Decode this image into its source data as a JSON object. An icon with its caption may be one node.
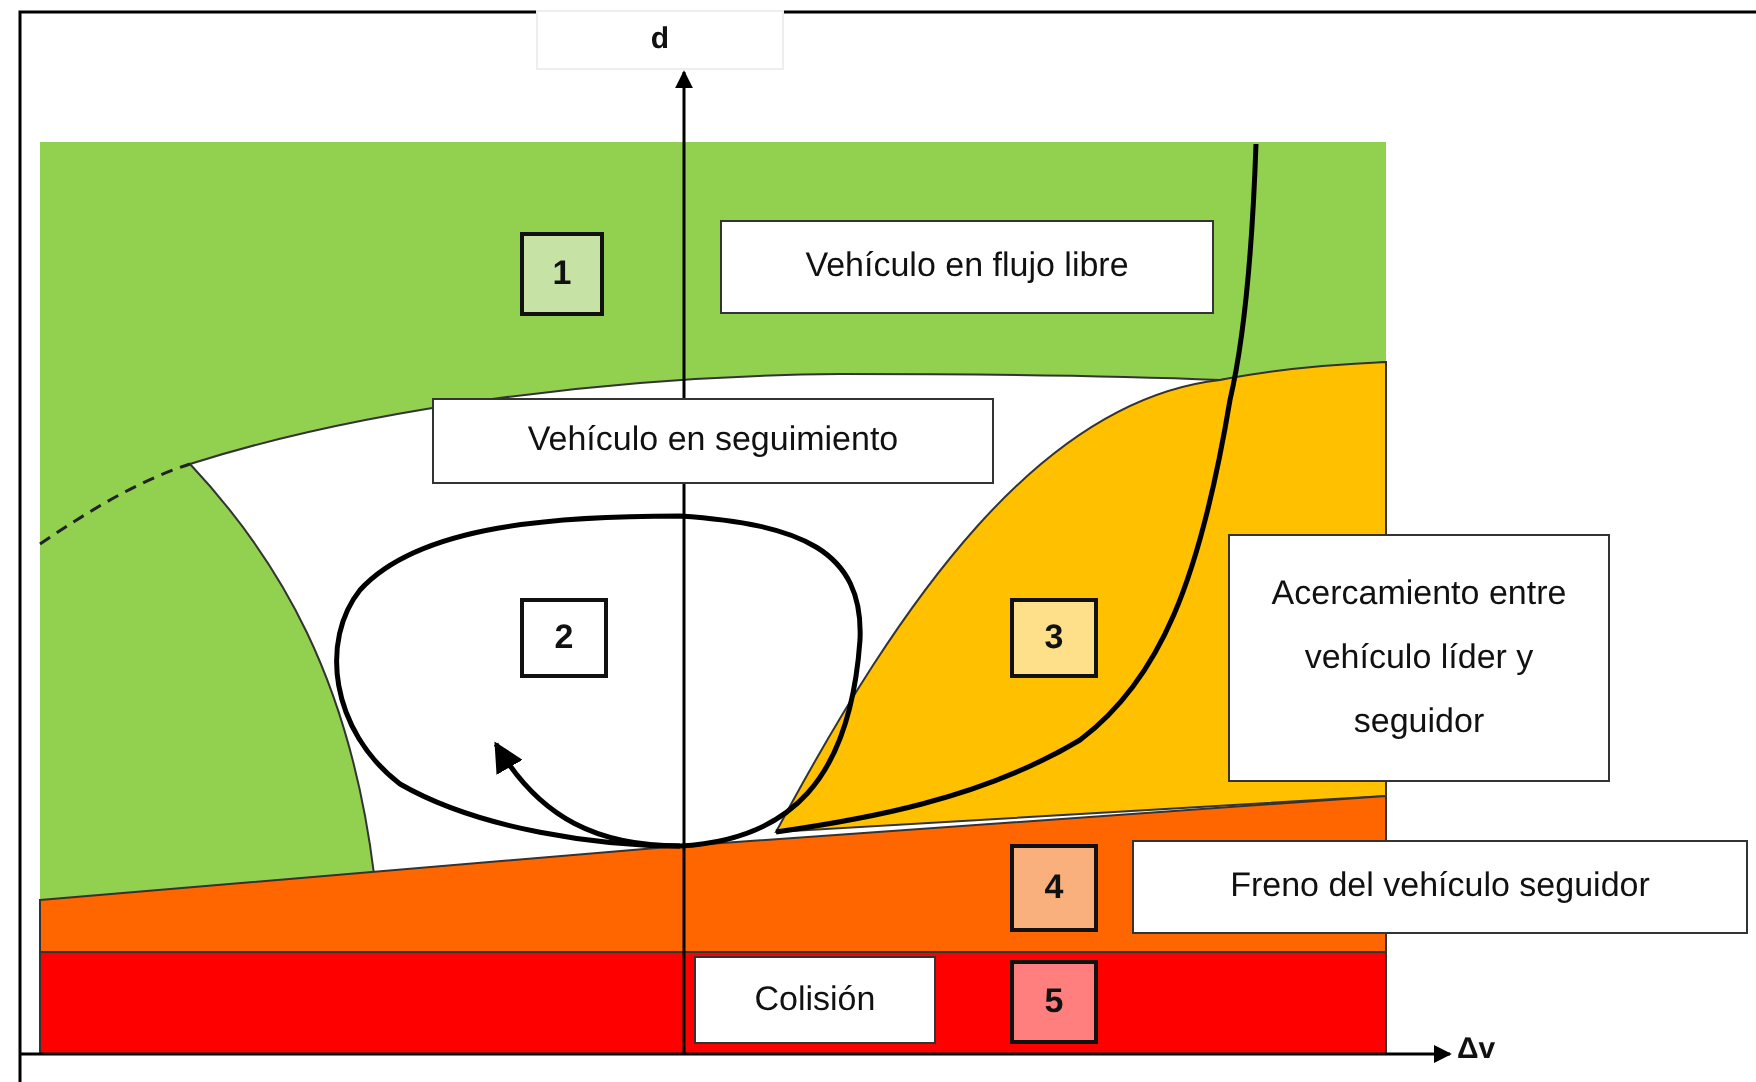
{
  "diagram": {
    "nodes": [
      {
        "text": [
          "1"
        ]
      },
      {
        "text": [
          "Vehículo en flujo libre"
        ]
      },
      {
        "text": [
          "Vehículo en seguimiento"
        ]
      },
      {
        "text": [
          "2"
        ]
      },
      {
        "text": [
          "3"
        ]
      },
      {
        "text": [
          "Acercamiento entre vehículo líder y seguidor"
        ]
      },
      {
        "text": [
          "4"
        ]
      },
      {
        "text": [
          "Freno del vehículo seguidor"
        ]
      },
      {
        "text": [
          "Colisión"
        ]
      },
      {
        "text": [
          "5"
        ]
      }
    ],
    "labels": [
      "d",
      "Δv"
    ]
  }
}
